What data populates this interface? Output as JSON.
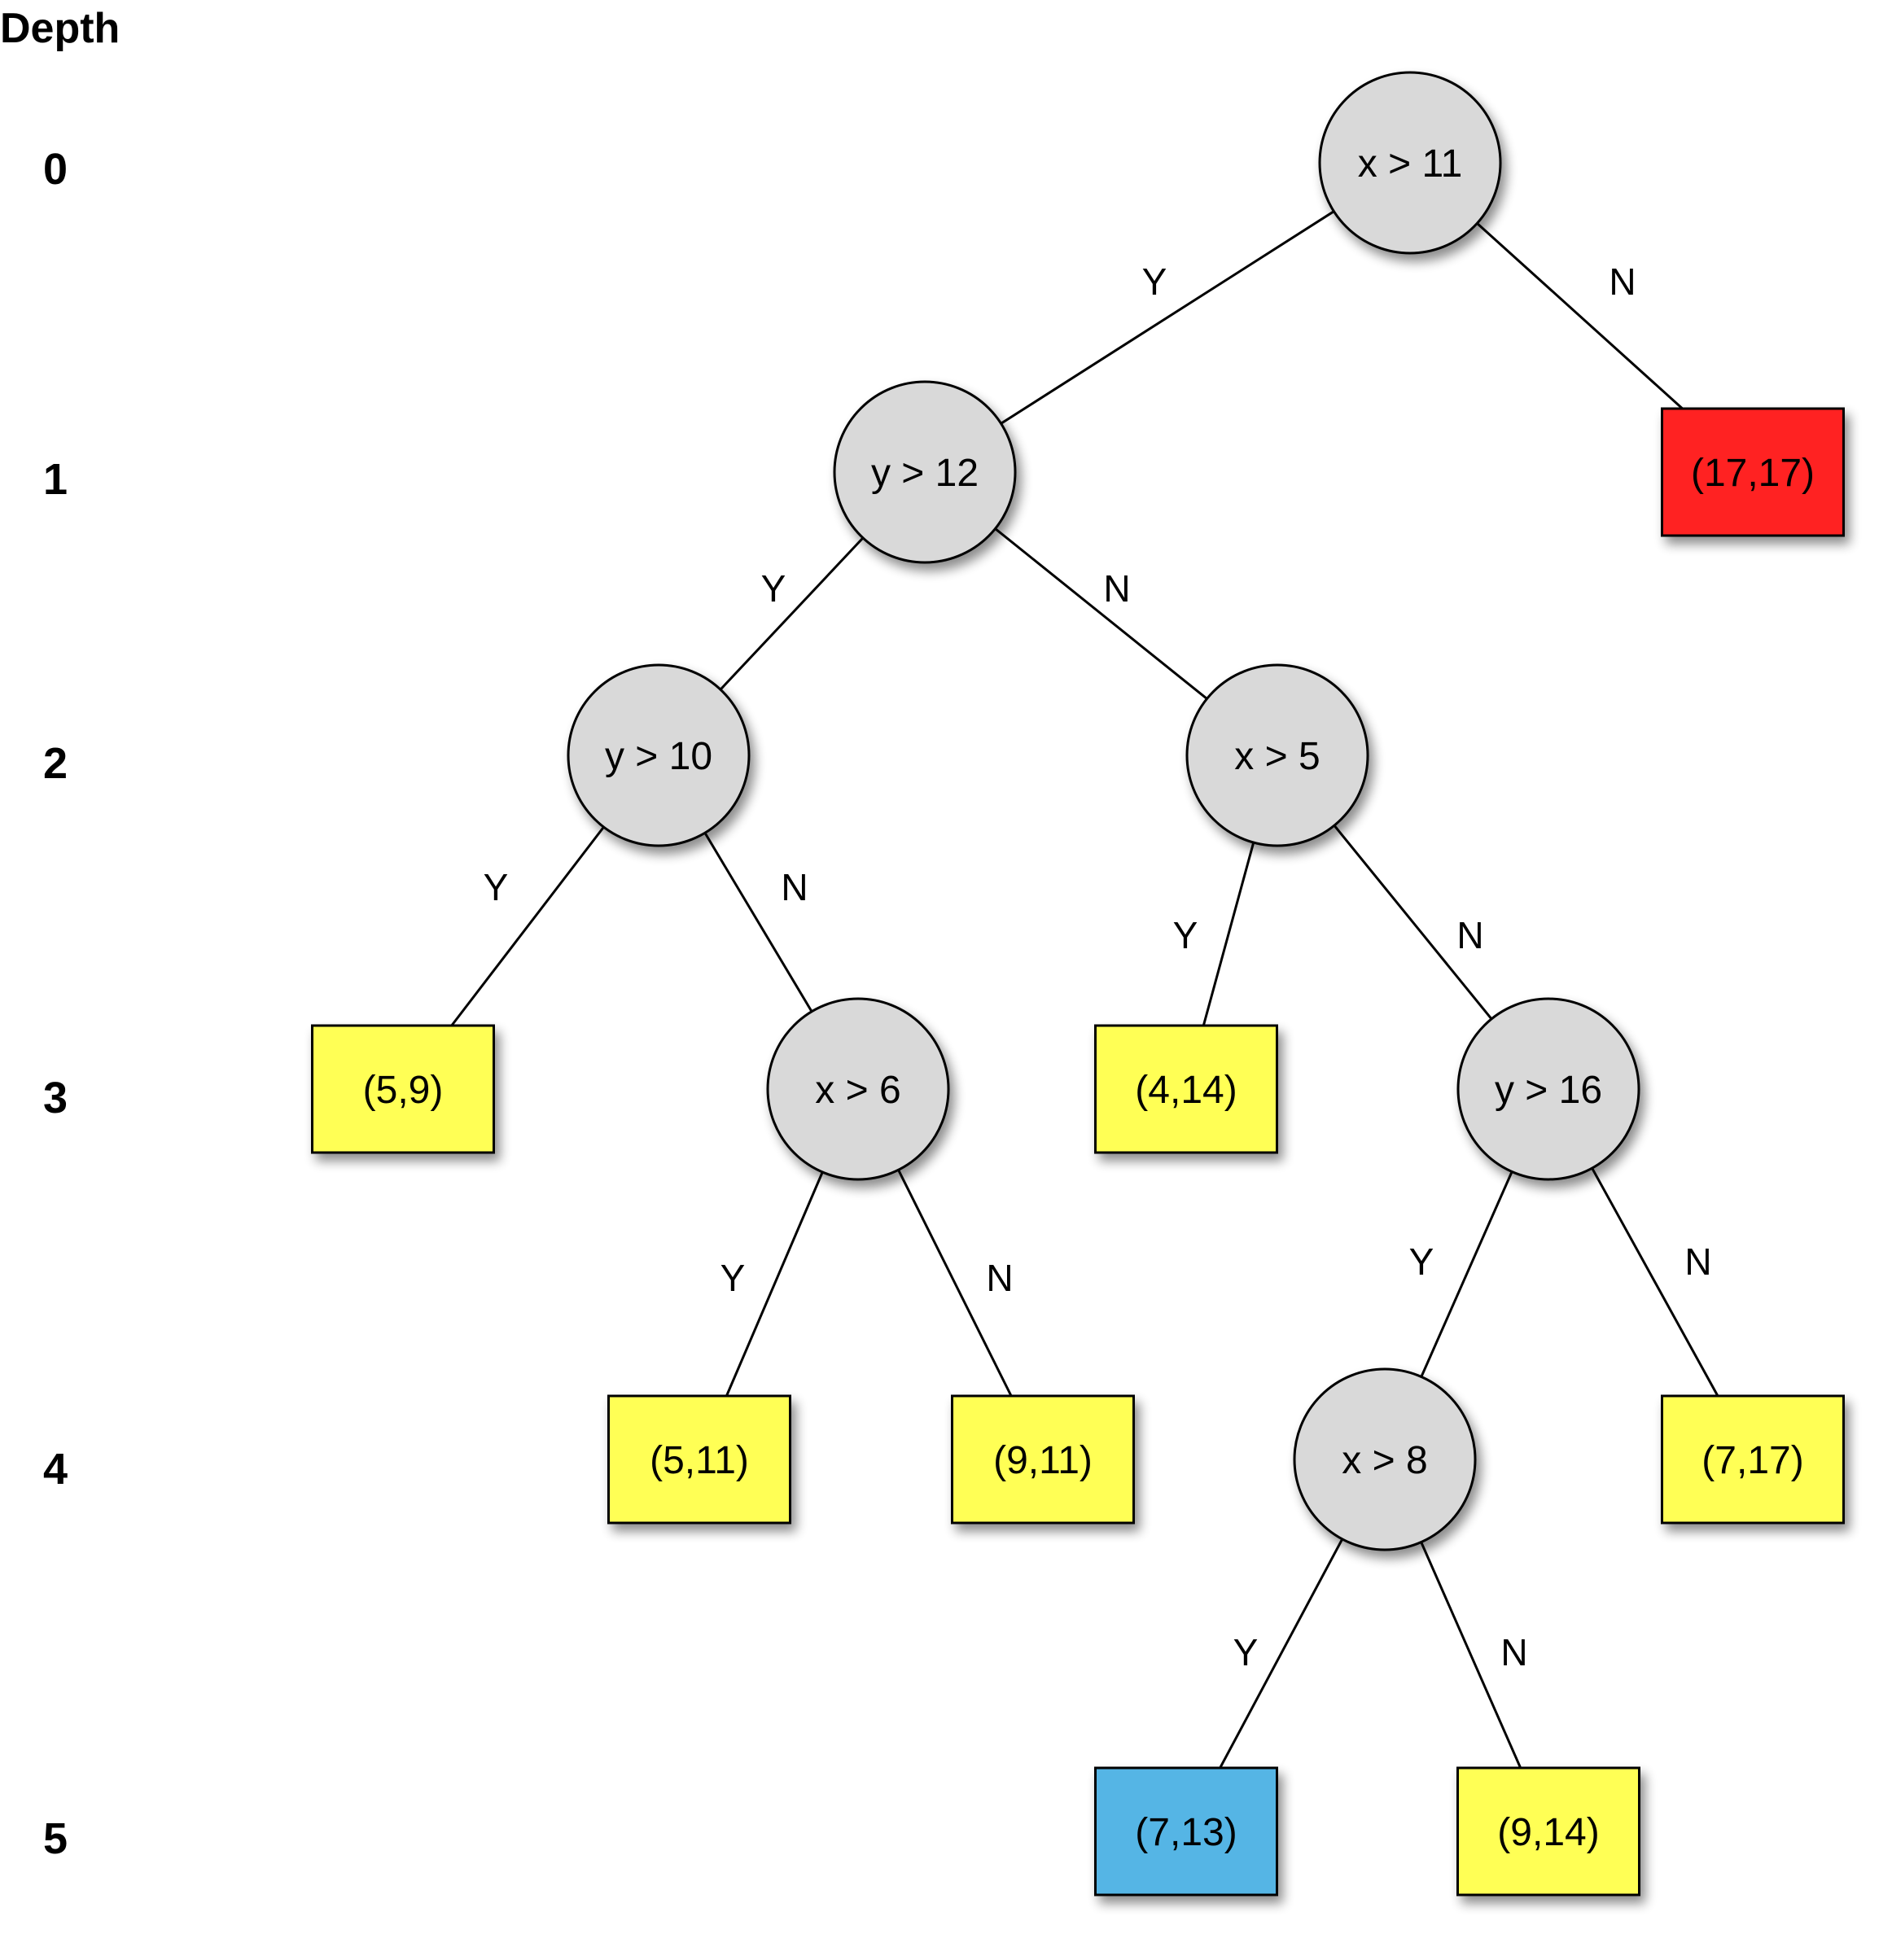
{
  "depth_header": "Depth",
  "depth_levels": [
    "0",
    "1",
    "2",
    "3",
    "4",
    "5"
  ],
  "colors": {
    "decision": "#d9d9d9",
    "leaf": "#ffff55",
    "leaf_red": "#ff2020",
    "leaf_blue": "#55b5e5",
    "stroke": "#000000"
  },
  "nodes": [
    {
      "id": "n0",
      "type": "decision",
      "depth": 0,
      "label": "x > 11",
      "color": "decision"
    },
    {
      "id": "n1",
      "type": "decision",
      "depth": 1,
      "label": "y > 12",
      "color": "decision"
    },
    {
      "id": "n2",
      "type": "leaf",
      "depth": 1,
      "label": "(17,17)",
      "color": "leaf_red"
    },
    {
      "id": "n3",
      "type": "decision",
      "depth": 2,
      "label": "y > 10",
      "color": "decision"
    },
    {
      "id": "n4",
      "type": "decision",
      "depth": 2,
      "label": "x > 5",
      "color": "decision"
    },
    {
      "id": "n5",
      "type": "leaf",
      "depth": 3,
      "label": "(5,9)",
      "color": "leaf"
    },
    {
      "id": "n6",
      "type": "decision",
      "depth": 3,
      "label": "x > 6",
      "color": "decision"
    },
    {
      "id": "n7",
      "type": "leaf",
      "depth": 3,
      "label": "(4,14)",
      "color": "leaf"
    },
    {
      "id": "n8",
      "type": "decision",
      "depth": 3,
      "label": "y > 16",
      "color": "decision"
    },
    {
      "id": "n9",
      "type": "leaf",
      "depth": 4,
      "label": "(5,11)",
      "color": "leaf"
    },
    {
      "id": "n10",
      "type": "leaf",
      "depth": 4,
      "label": "(9,11)",
      "color": "leaf"
    },
    {
      "id": "n11",
      "type": "decision",
      "depth": 4,
      "label": "x > 8",
      "color": "decision"
    },
    {
      "id": "n12",
      "type": "leaf",
      "depth": 4,
      "label": "(7,17)",
      "color": "leaf"
    },
    {
      "id": "n13",
      "type": "leaf",
      "depth": 5,
      "label": "(7,13)",
      "color": "leaf_blue"
    },
    {
      "id": "n14",
      "type": "leaf",
      "depth": 5,
      "label": "(9,14)",
      "color": "leaf"
    }
  ],
  "edges": [
    {
      "from": "n0",
      "to": "n1",
      "label": "Y"
    },
    {
      "from": "n0",
      "to": "n2",
      "label": "N"
    },
    {
      "from": "n1",
      "to": "n3",
      "label": "Y"
    },
    {
      "from": "n1",
      "to": "n4",
      "label": "N"
    },
    {
      "from": "n3",
      "to": "n5",
      "label": "Y"
    },
    {
      "from": "n3",
      "to": "n6",
      "label": "N"
    },
    {
      "from": "n4",
      "to": "n7",
      "label": "Y"
    },
    {
      "from": "n4",
      "to": "n8",
      "label": "N"
    },
    {
      "from": "n6",
      "to": "n9",
      "label": "Y"
    },
    {
      "from": "n6",
      "to": "n10",
      "label": "N"
    },
    {
      "from": "n8",
      "to": "n11",
      "label": "Y"
    },
    {
      "from": "n8",
      "to": "n12",
      "label": "N"
    },
    {
      "from": "n11",
      "to": "n13",
      "label": "Y"
    },
    {
      "from": "n11",
      "to": "n14",
      "label": "N"
    }
  ]
}
